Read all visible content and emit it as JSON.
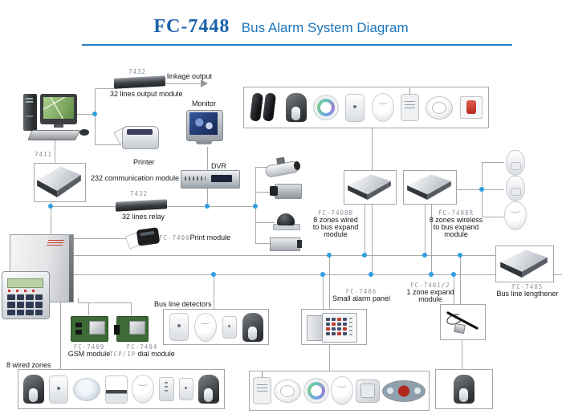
{
  "title": {
    "model": "FC-7448",
    "name": "Bus Alarm System Diagram"
  },
  "colors": {
    "title_model": "#1a61aa",
    "title_text": "#1b75bc",
    "rule": "#2d7fc1",
    "connector_line": "#a9a9a9",
    "junction_dot": "#2e9fe0",
    "id_label": "#8b909b",
    "label": "#15181c"
  },
  "nodes": {
    "output_module": {
      "id": "7432",
      "label": "32 lines output module",
      "arrow_label": "linkage output"
    },
    "comm_module": {
      "id": "7411",
      "label": "232 communication module"
    },
    "relay_module": {
      "id": "7432",
      "label": "32 lines relay"
    },
    "monitor": {
      "label": "Monitor"
    },
    "printer": {
      "label": "Printer"
    },
    "dvr": {
      "label": "DVR"
    },
    "print_module": {
      "id": "FC-7400",
      "label": "Print module"
    },
    "expand_wired": {
      "id": "FC-7408B",
      "lines": [
        "8 zones wired",
        "to bus expand",
        "module"
      ]
    },
    "expand_wireless": {
      "id": "FC-7408R",
      "lines": [
        "8 zones  wireless",
        "to bus expand",
        "module"
      ]
    },
    "lengthener": {
      "id": "FC-7405",
      "label": "Bus line lengthener"
    },
    "small_panel": {
      "id": "FC-7406",
      "label": "Small alarm panel"
    },
    "zone_expand": {
      "id": "FC-7401/2",
      "lines": [
        "1 zone expand",
        "module"
      ]
    },
    "gsm": {
      "id": "FC-7409",
      "label": "GSM module"
    },
    "tcpip": {
      "id": "FC-7404",
      "id_inline": "TCP/IP",
      "label": "dial module"
    },
    "bus_detectors": {
      "label": "Bus line detectors"
    },
    "wired_zones": {
      "label": "8 wired zones"
    }
  },
  "sensor_groups": {
    "top_row": {
      "items": [
        "beam-pair-icon",
        "outdoor-hooded-icon",
        "ceiling-ring-icon",
        "pir-icon",
        "oval-pir-icon",
        "glassbreak-icon",
        "smoke-detector-icon",
        "panic-button-icon"
      ]
    },
    "bus_detectors": {
      "items": [
        "pir-icon",
        "oval-pir-icon",
        "pir-small-icon",
        "outdoor-hooded-icon"
      ]
    },
    "wired_zones": {
      "items": [
        "outdoor-dark-icon",
        "pir-icon",
        "ceiling-dome-icon",
        "pir-band-icon",
        "oval-pir-icon",
        "mini-box-icon",
        "pir-small-icon",
        "outdoor-hooded-icon"
      ]
    },
    "small_panel_devices": {
      "items": [
        "glassbreak-icon",
        "smoke-detector-icon",
        "ceiling-ring-icon",
        "oval-pir-icon",
        "square-ceiling-icon",
        "siren-icon"
      ]
    },
    "zone_expand_device": {
      "items": [
        "outdoor-hooded-icon"
      ]
    },
    "wireless_detectors": {
      "items": [
        "wireless-pir-icon",
        "wireless-pir-icon",
        "oval-pir-icon"
      ]
    }
  }
}
